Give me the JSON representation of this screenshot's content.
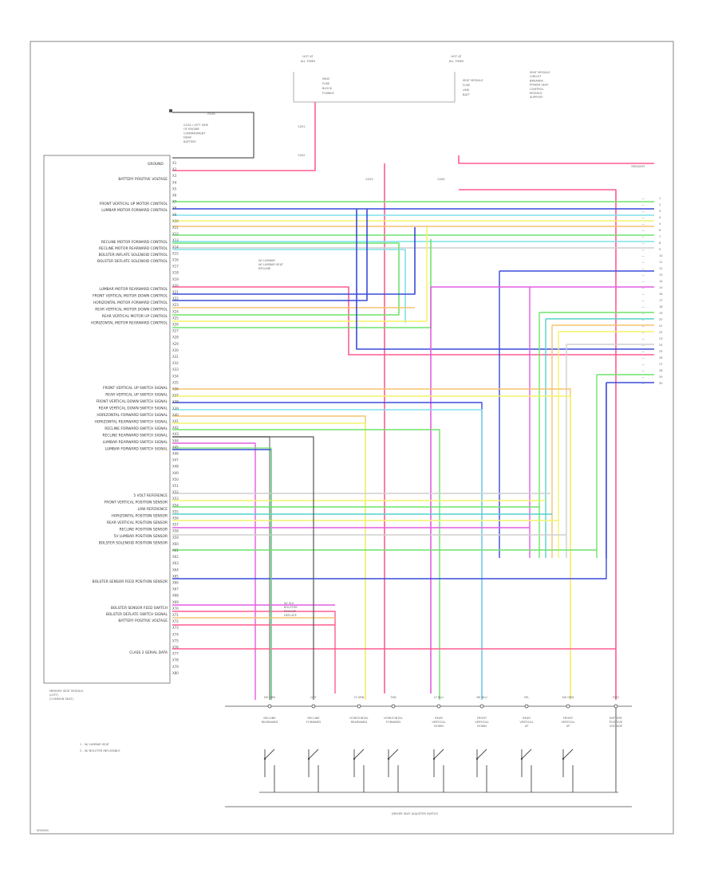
{
  "fig_id": "W34565",
  "top_connector_left": {
    "title_lines": [
      "HOT AT",
      "ALL TIMES"
    ],
    "items": [
      "MAXI",
      "FUSE",
      "BLOCK",
      "FUSIBLE"
    ]
  },
  "top_connector_right": {
    "title_lines": [
      "HOT AT",
      "ALL TIMES"
    ],
    "items": [
      "SEAT MODULE",
      "FUSE",
      "LINK",
      "BATT"
    ],
    "side_lines": [
      "SEAT MODULE",
      "CIRCUIT",
      "BREAKER",
      "POWER SEAT",
      "CONTROL",
      "MODULE",
      "SUPPORT"
    ]
  },
  "ground_block": {
    "lines": [
      "G104 / LEFT SIDE",
      "OF ENGINE",
      "COMPARTMENT",
      "NEAR",
      "BATTERY"
    ],
    "label": "G104"
  },
  "splice_labels": [
    "S201",
    "S202",
    "S203",
    "S204"
  ],
  "module": {
    "top_pin_labels": [
      "GROUND",
      "BATTERY POSITIVE VOLTAGE"
    ],
    "group1": [
      "FRONT VERTICAL UP MOTOR CONTROL",
      "LUMBAR MOTOR FORWARD CONTROL"
    ],
    "group2": [
      "RECLINE MOTOR FORWARD CONTROL",
      "RECLINE MOTOR REARWARD CONTROL",
      "BOLSTER INFLATE SOLENOID CONTROL",
      "BOLSTER DEFLATE SOLENOID CONTROL"
    ],
    "group3": [
      "LUMBAR MOTOR REARWARD CONTROL",
      "FRONT VERTICAL MOTOR DOWN CONTROL",
      "HORIZONTAL MOTOR FORWARD CONTROL",
      "REAR VERTICAL MOTOR DOWN CONTROL",
      "REAR VERTICAL MOTOR UP CONTROL",
      "HORIZONTAL MOTOR REARWARD CONTROL"
    ],
    "group4": [
      "FRONT VERTICAL UP SWITCH SIGNAL",
      "REAR VERTICAL UP SWITCH SIGNAL",
      "FRONT VERTICAL DOWN SWITCH SIGNAL",
      "REAR VERTICAL DOWN SWITCH SIGNAL",
      "HORIZONTAL FORWARD SWITCH SIGNAL",
      "HORIZONTAL REARWARD SWITCH SIGNAL",
      "RECLINE FORWARD SWITCH SIGNAL",
      "RECLINE REARWARD SWITCH SIGNAL",
      "LUMBAR REARWARD SWITCH SIGNAL",
      "LUMBAR FORWARD SWITCH SIGNAL"
    ],
    "group5": [
      "5 VOLT REFERENCE",
      "FRONT VERTICAL POSITION SENSOR",
      "LOW REFERENCE",
      "HORIZONTAL POSITION SENSOR",
      "REAR VERTICAL POSITION SENSOR",
      "RECLINE POSITION SENSOR",
      "5V LUMBAR POSITION SENSOR",
      "BOLSTER SOLENOID POSITION SENSOR"
    ],
    "group6": [
      "BOLSTER SENSOR FEED POSITION SENSOR"
    ],
    "group7": [
      "BOLSTER SENSOR FEED SWITCH",
      "BOLSTER DEFLATE SWITCH SIGNAL",
      "BATTERY POSITIVE VOLTAGE"
    ],
    "group8": [
      "CLASS 2 SERIAL DATA"
    ],
    "bottom_title": [
      "MEMORY SEAT MODULE",
      "(LEFT)",
      "(COMMON SEAT)"
    ]
  },
  "callouts_mid": [
    "W/ LUMBAR",
    "W/ LUMBAR SEAT",
    "RECLINE"
  ],
  "callouts_low": [
    "W/ SLV",
    "BOLSTER",
    "RECLINE",
    "DEFLATE"
  ],
  "switch_labels": [
    [
      "RECLINE",
      "REARWARD"
    ],
    [
      "RECLINE",
      "FORWARD"
    ],
    [
      "HORIZONTAL",
      "REARWARD"
    ],
    [
      "HORIZONTAL",
      "FORWARD"
    ],
    [
      "REAR",
      "VERTICAL",
      "DOWN"
    ],
    [
      "FRONT",
      "VERTICAL",
      "DOWN"
    ],
    [
      "REAR",
      "VERTICAL",
      "UP"
    ],
    [
      "FRONT",
      "VERTICAL",
      "UP"
    ],
    [
      "BATTERY",
      "POSITIVE",
      "VOLTAGE"
    ]
  ],
  "switch_wire_labels": [
    "DK GRN",
    "GRY",
    "LT GRN",
    "TAN",
    "LT BLU",
    "DK BLU",
    "YEL",
    "DK GRN",
    "RED"
  ],
  "switch_assembly_label": "DRIVER SEAT ADJUSTER SWITCH",
  "legend": [
    "1 - W/ LUMBAR SEAT",
    "2 - W/ BOLSTER INFLATABLE"
  ],
  "right_bundle_label": "RED/WHT",
  "colors": {
    "pink": "#ff5d8f",
    "green": "#6fe36b",
    "blue": "#3a4bd8",
    "cyan": "#7fe2ea",
    "yellow": "#f4f36c",
    "orange": "#f5c36e",
    "magenta": "#e25de0",
    "gray": "#8a8a8a",
    "lightgray": "#cfcfcf",
    "teal": "#55d2c8"
  }
}
